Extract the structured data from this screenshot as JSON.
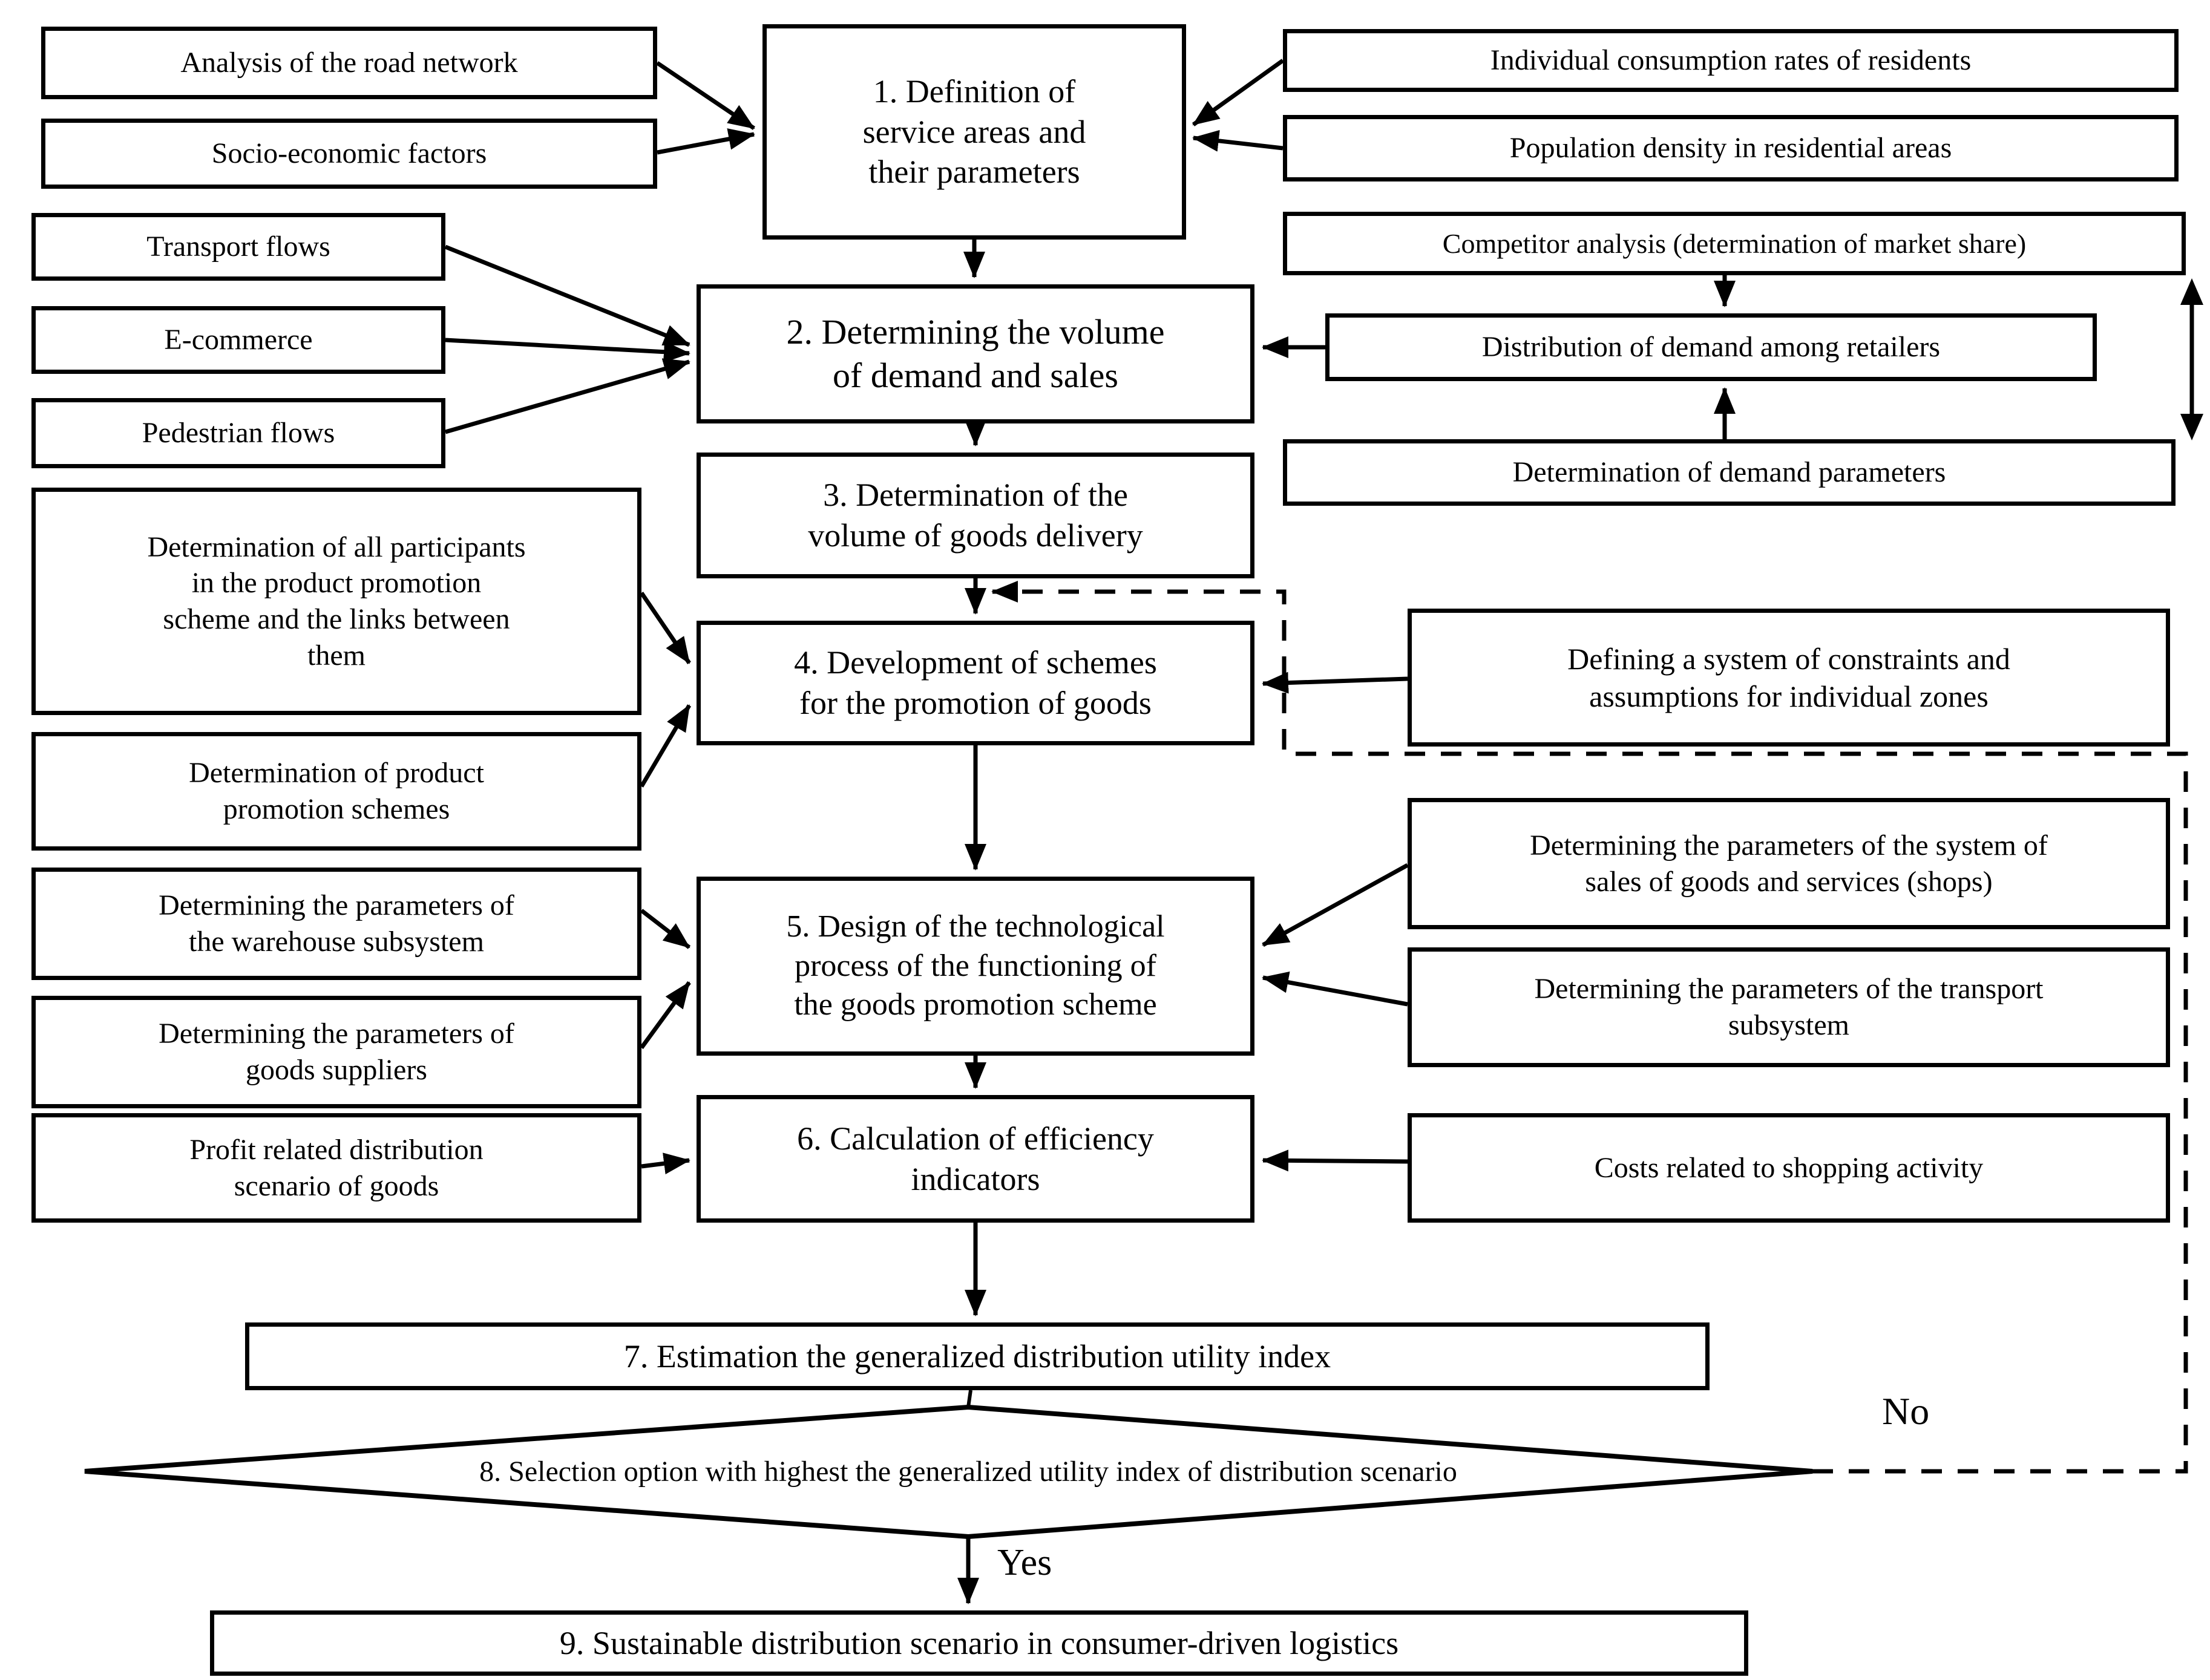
{
  "nodes": {
    "road": "Analysis of the road network",
    "socio": "Socio-economic factors",
    "transport_flows": "Transport flows",
    "ecommerce": "E-commerce",
    "pedestrian": "Pedestrian flows",
    "participants": "Determination of all participants\nin the product promotion\nscheme and the links between\nthem",
    "promo_schemes": "Determination of product\npromotion schemes",
    "warehouse": "Determining the parameters of\nthe warehouse subsystem",
    "suppliers": "Determining the parameters of\ngoods suppliers",
    "profit": "Profit related distribution\nscenario of goods",
    "consumption": "Individual consumption rates of residents",
    "density": "Population density in residential areas",
    "competitor": "Competitor analysis (determination of market share)",
    "retailers": "Distribution of demand among retailers",
    "demand_params": "Determination of demand parameters",
    "constraints": "Defining a system of constraints and\nassumptions for individual zones",
    "sales_system": "Determining the parameters of the system of\nsales of goods and services (shops)",
    "transport_subsystem": "Determining the parameters of the transport\nsubsystem",
    "costs": "Costs related to shopping activity",
    "step1": "1. Definition of\nservice areas and\ntheir parameters",
    "step2": "2. Determining the volume\nof demand and sales",
    "step3": "3. Determination of the\nvolume of goods delivery",
    "step4": "4. Development of schemes\nfor the promotion of goods",
    "step5": "5. Design of the technological\nprocess of the functioning of\nthe goods promotion scheme",
    "step6": "6. Calculation of efficiency\nindicators",
    "step7": "7. Estimation the generalized distribution utility index",
    "step8": "8. Selection option with highest the generalized utility index of distribution scenario",
    "step9": "9. Sustainable distribution scenario in consumer-driven logistics"
  },
  "labels": {
    "yes": "Yes",
    "no": "No"
  },
  "colors": {
    "stroke": "#000000",
    "background": "#ffffff"
  }
}
